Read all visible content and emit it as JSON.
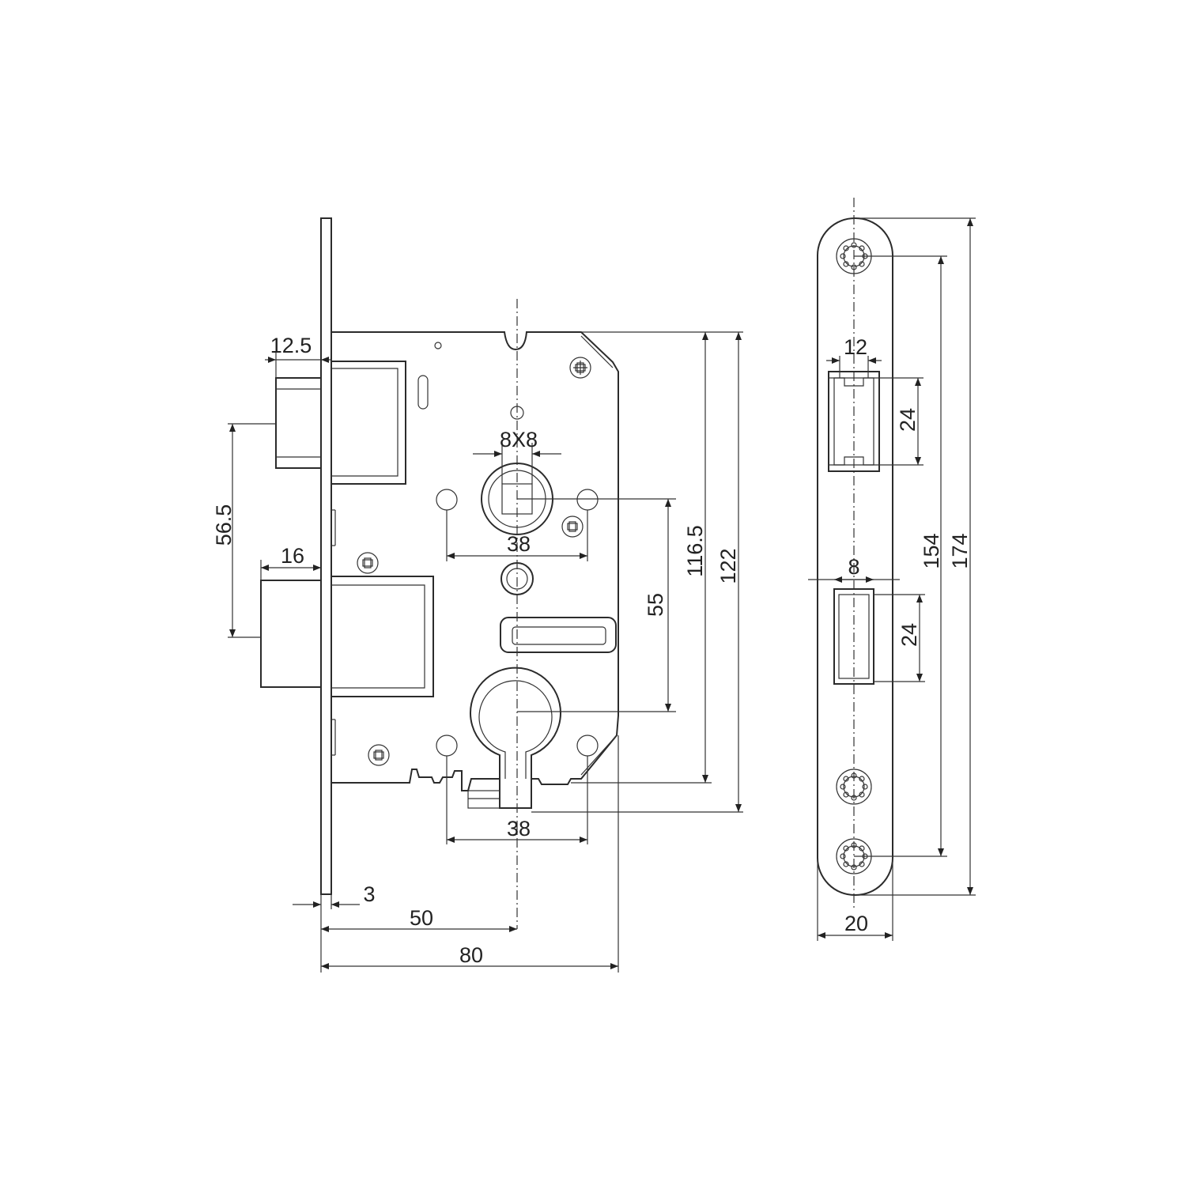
{
  "dimensions": {
    "latch_depth": "12.5",
    "bolt_to_latch_vertical": "56.5",
    "bolt_depth": "16",
    "spindle": "8X8",
    "fixing_hole_spacing_upper": "38",
    "handle_to_cylinder": "55",
    "case_height": "116.5",
    "case_height_total": "122",
    "fixing_hole_spacing_lower": "38",
    "faceplate_thickness": "3",
    "backset": "50",
    "case_width": "80",
    "strike_latch_opening_width": "12",
    "strike_latch_opening_height": "24",
    "strike_bolt_opening_width": "8",
    "strike_bolt_opening_height": "24",
    "strike_hole_spacing": "154",
    "strike_length": "174",
    "strike_width": "20"
  },
  "colors": {
    "line": "#2b2b2b",
    "background": "#ffffff"
  }
}
